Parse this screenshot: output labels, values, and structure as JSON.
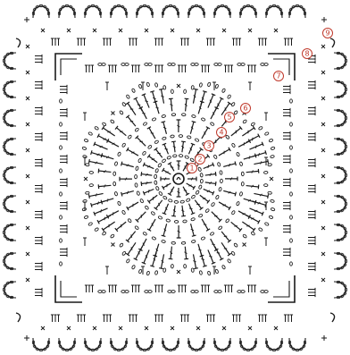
{
  "diagram": {
    "round_labels": [
      "1",
      "2",
      "3",
      "4",
      "5",
      "6",
      "7",
      "8",
      "9"
    ],
    "colors": {
      "ink": "#1a1a1a",
      "round_marker": "#c0392b",
      "background": "#ffffff"
    }
  }
}
